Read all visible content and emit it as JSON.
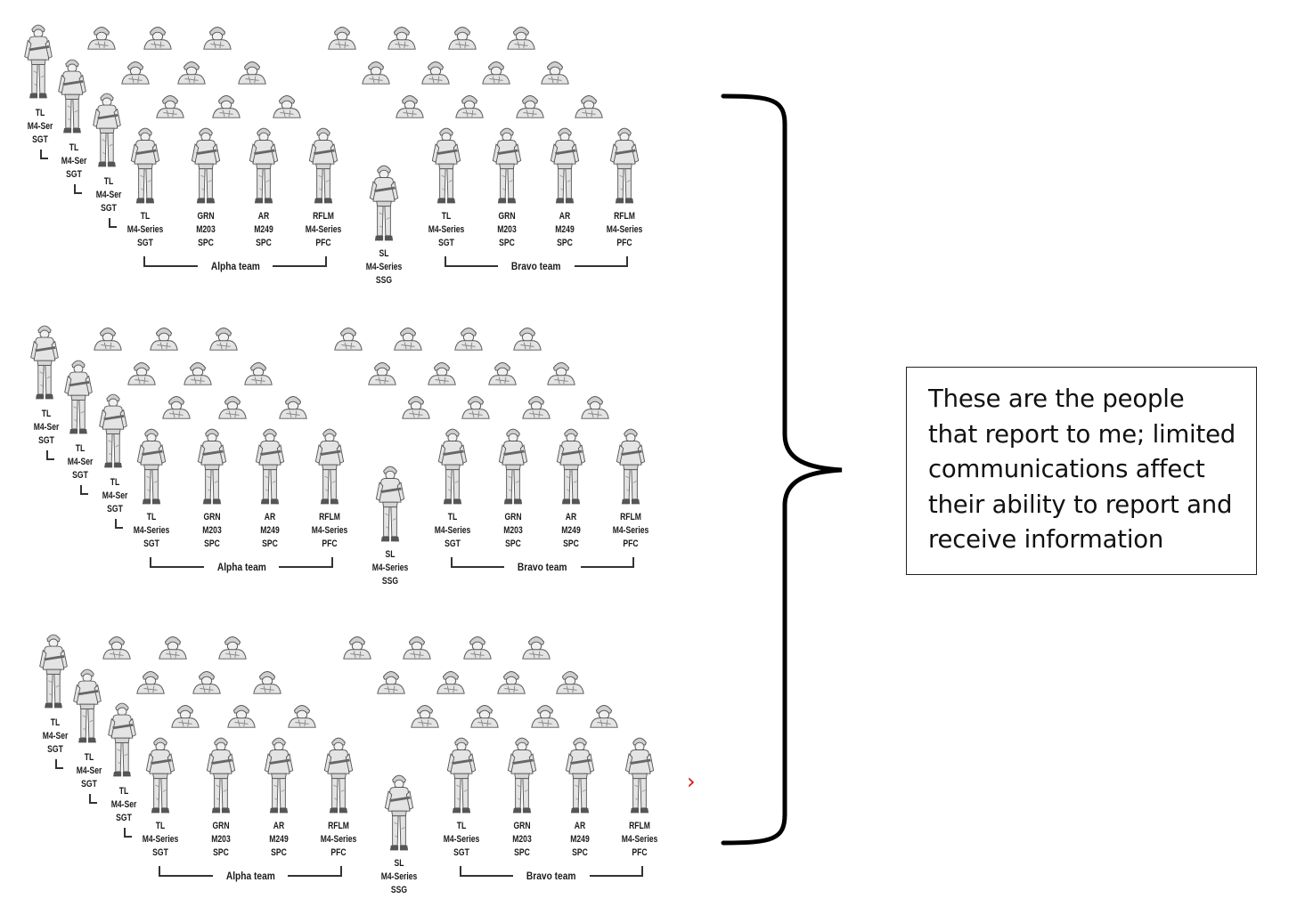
{
  "note": {
    "text": " These are the people\nthat report to me; limited\ncommunications affect\ntheir ability to report and\nreceive information"
  },
  "chevron_icon": "chevron-right-icon",
  "colors": {
    "chevron": "#cc1111",
    "soldier_fill": "#e4e4e4",
    "soldier_line": "#555555"
  },
  "squads": [
    {
      "squad_leader": {
        "lines": [
          "SL",
          "M4-Series",
          "SSG"
        ]
      },
      "back_leaders": [
        {
          "lines": [
            "TL",
            "M4-Ser",
            "SGT"
          ]
        },
        {
          "lines": [
            "TL",
            "M4-Ser",
            "SGT"
          ]
        },
        {
          "lines": [
            "TL",
            "M4-Ser",
            "SGT"
          ]
        }
      ],
      "teams": [
        {
          "name": "Alpha team",
          "members": [
            {
              "lines": [
                "TL",
                "M4-Series",
                "SGT"
              ]
            },
            {
              "lines": [
                "GRN",
                "M203",
                "SPC"
              ]
            },
            {
              "lines": [
                "AR",
                "M249",
                "SPC"
              ]
            },
            {
              "lines": [
                "RFLM",
                "M4-Series",
                "PFC"
              ]
            }
          ]
        },
        {
          "name": "Bravo team",
          "members": [
            {
              "lines": [
                "TL",
                "M4-Series",
                "SGT"
              ]
            },
            {
              "lines": [
                "GRN",
                "M203",
                "SPC"
              ]
            },
            {
              "lines": [
                "AR",
                "M249",
                "SPC"
              ]
            },
            {
              "lines": [
                "RFLM",
                "M4-Series",
                "PFC"
              ]
            }
          ]
        }
      ]
    },
    {
      "squad_leader": {
        "lines": [
          "SL",
          "M4-Series",
          "SSG"
        ]
      },
      "back_leaders": [
        {
          "lines": [
            "TL",
            "M4-Ser",
            "SGT"
          ]
        },
        {
          "lines": [
            "TL",
            "M4-Ser",
            "SGT"
          ]
        },
        {
          "lines": [
            "TL",
            "M4-Ser",
            "SGT"
          ]
        }
      ],
      "teams": [
        {
          "name": "Alpha team",
          "members": [
            {
              "lines": [
                "TL",
                "M4-Series",
                "SGT"
              ]
            },
            {
              "lines": [
                "GRN",
                "M203",
                "SPC"
              ]
            },
            {
              "lines": [
                "AR",
                "M249",
                "SPC"
              ]
            },
            {
              "lines": [
                "RFLM",
                "M4-Series",
                "PFC"
              ]
            }
          ]
        },
        {
          "name": "Bravo team",
          "members": [
            {
              "lines": [
                "TL",
                "M4-Series",
                "SGT"
              ]
            },
            {
              "lines": [
                "GRN",
                "M203",
                "SPC"
              ]
            },
            {
              "lines": [
                "AR",
                "M249",
                "SPC"
              ]
            },
            {
              "lines": [
                "RFLM",
                "M4-Series",
                "PFC"
              ]
            }
          ]
        }
      ]
    },
    {
      "squad_leader": {
        "lines": [
          "SL",
          "M4-Series",
          "SSG"
        ]
      },
      "back_leaders": [
        {
          "lines": [
            "TL",
            "M4-Ser",
            "SGT"
          ]
        },
        {
          "lines": [
            "TL",
            "M4-Ser",
            "SGT"
          ]
        },
        {
          "lines": [
            "TL",
            "M4-Ser",
            "SGT"
          ]
        }
      ],
      "teams": [
        {
          "name": "Alpha team",
          "members": [
            {
              "lines": [
                "TL",
                "M4-Series",
                "SGT"
              ]
            },
            {
              "lines": [
                "GRN",
                "M203",
                "SPC"
              ]
            },
            {
              "lines": [
                "AR",
                "M249",
                "SPC"
              ]
            },
            {
              "lines": [
                "RFLM",
                "M4-Series",
                "PFC"
              ]
            }
          ]
        },
        {
          "name": "Bravo team",
          "members": [
            {
              "lines": [
                "TL",
                "M4-Series",
                "SGT"
              ]
            },
            {
              "lines": [
                "GRN",
                "M203",
                "SPC"
              ]
            },
            {
              "lines": [
                "AR",
                "M249",
                "SPC"
              ]
            },
            {
              "lines": [
                "RFLM",
                "M4-Series",
                "PFC"
              ]
            }
          ]
        }
      ]
    }
  ]
}
